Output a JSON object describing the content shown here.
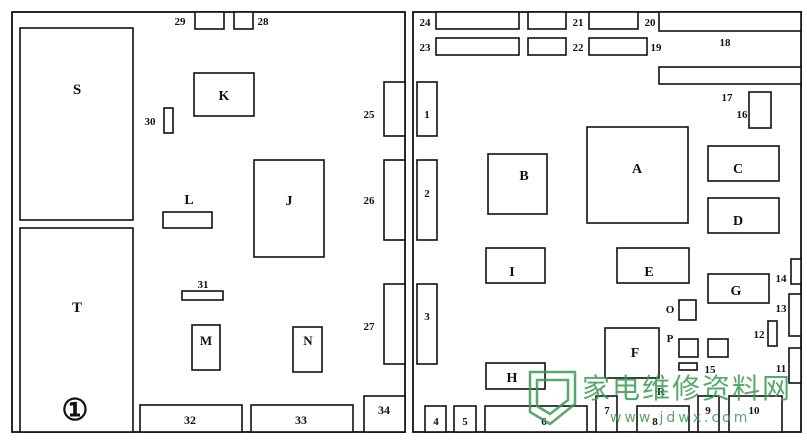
{
  "figure_number": "①",
  "watermark": {
    "text": "家电维修资料网",
    "url": "www.jdwx.com",
    "color": "#3a9a54"
  },
  "components": {
    "A": "A",
    "B": "B",
    "C": "C",
    "D": "D",
    "E": "E",
    "F": "F",
    "G": "G",
    "H": "H",
    "I": "I",
    "J": "J",
    "K": "K",
    "L": "L",
    "M": "M",
    "N": "N",
    "O": "O",
    "P": "P",
    "R": "R",
    "S": "S",
    "T": "T",
    "n1": "1",
    "n2": "2",
    "n3": "3",
    "n4": "4",
    "n5": "5",
    "n6": "6",
    "n7": "7",
    "n8": "8",
    "n9": "9",
    "n10": "10",
    "n11": "11",
    "n12": "12",
    "n13": "13",
    "n14": "14",
    "n15": "15",
    "n16": "16",
    "n17": "17",
    "n18": "18",
    "n19": "19",
    "n20": "20",
    "n21": "21",
    "n22": "22",
    "n23": "23",
    "n24": "24",
    "n25": "25",
    "n26": "26",
    "n27": "27",
    "n28": "28",
    "n29": "29",
    "n30": "30",
    "n31": "31",
    "n32": "32",
    "n33": "33",
    "n34": "34"
  }
}
